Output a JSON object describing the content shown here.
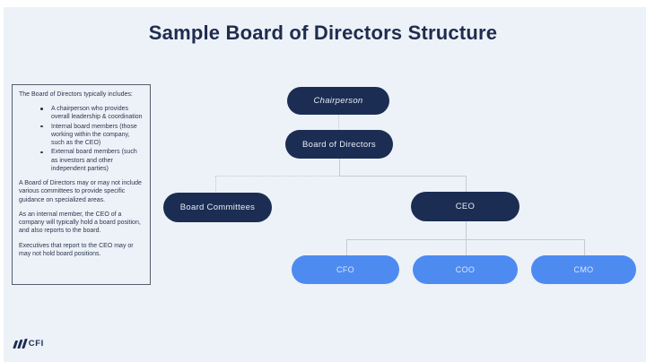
{
  "title": "Sample Board of Directors Structure",
  "info_box": {
    "intro": "The Board of Directors typically includes:",
    "bullets": [
      "A chairperson who provides overall leadership & coordination",
      "Internal board members (those working within the company, such as the CEO)",
      "External board members (such as investors and other independent parties)"
    ],
    "paragraphs": [
      "A Board of Directors may or may not include various committees to provide specific guidance on specialized areas.",
      "As an internal member, the CEO of a company will typically hold a board position, and also reports to the board.",
      "Executives that report to the CEO may or may not hold board positions."
    ]
  },
  "org_chart": {
    "nodes": {
      "chairperson": "Chairperson",
      "board_of_directors": "Board of Directors",
      "board_committees": "Board Committees",
      "ceo": "CEO",
      "cfo": "CFO",
      "coo": "COO",
      "cmo": "CMO"
    },
    "edges": [
      {
        "from": "chairperson",
        "to": "board_of_directors",
        "style": "dotted"
      },
      {
        "from": "board_of_directors",
        "to": "board_committees",
        "style": "dotted"
      },
      {
        "from": "board_of_directors",
        "to": "ceo",
        "style": "solid"
      },
      {
        "from": "ceo",
        "to": "cfo",
        "style": "solid"
      },
      {
        "from": "ceo",
        "to": "coo",
        "style": "solid"
      },
      {
        "from": "ceo",
        "to": "cmo",
        "style": "solid"
      }
    ]
  },
  "logo": {
    "text": "CFI"
  },
  "colors": {
    "background": "#edf2f8",
    "navy": "#1b2d52",
    "light_blue": "#4e8bf1",
    "connector_line": "#c5cbd3",
    "title_text": "#1f2c4e"
  }
}
